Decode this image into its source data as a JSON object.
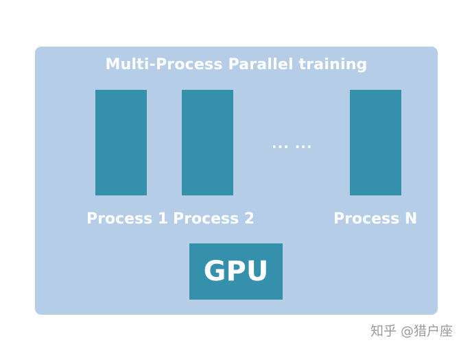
{
  "title": "Multi-Process Parallel training",
  "processes": [
    {
      "label": "Process 1"
    },
    {
      "label": "Process 2"
    },
    {
      "label": "Process N"
    }
  ],
  "ellipsis": "... ...",
  "gpu_label": "GPU",
  "watermark": "知乎 @猎户座",
  "colors": {
    "panel": "#b6cde8",
    "block": "#3590ab",
    "text": "#ffffff"
  }
}
